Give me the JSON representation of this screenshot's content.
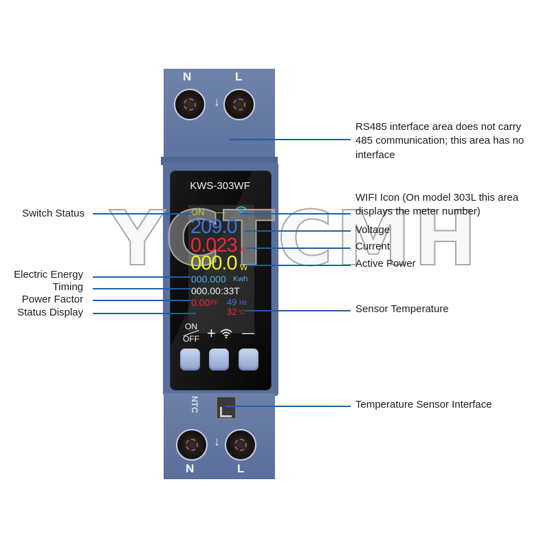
{
  "device": {
    "model": "KWS-303WF",
    "top_terminals": {
      "left": "N",
      "right": "L"
    },
    "bottom_terminals": {
      "left": "N",
      "right": "L"
    },
    "flow_arrow_icon": "arrow-down",
    "ntc_label": "NTC"
  },
  "screen": {
    "switch_status": "ON",
    "status_dash": "—",
    "wifi_icon": "wifi",
    "voltage": {
      "value": "209.0",
      "unit": "V",
      "color": "#3f73d6"
    },
    "current": {
      "value": "0.023",
      "unit": "A",
      "color": "#ef2a32"
    },
    "power": {
      "value": "000.0",
      "unit": "W",
      "color": "#f2ee2b"
    },
    "energy": {
      "value": "000.000",
      "unit": "Kwh"
    },
    "timing": "000.00:33T",
    "power_factor": {
      "value": "0.00",
      "unit": "PF"
    },
    "frequency": {
      "value": "49",
      "unit": "Hz"
    },
    "temperature": {
      "value": "32",
      "unit": "°C"
    }
  },
  "buttons": {
    "on_label": "ON",
    "off_label": "OFF",
    "plus_label": "+",
    "wifi_icon": "wifi",
    "minus_label": "—"
  },
  "callouts": {
    "left": [
      "Switch Status",
      "Electric Energy",
      "Timing",
      "Power Factor",
      "Status Display"
    ],
    "right": {
      "rs485": [
        "RS485 interface area does not carry",
        "485 communication; this area has no",
        "interface"
      ],
      "wifi": [
        "WIFI Icon (On model 303L this area",
        "displays the meter number)"
      ],
      "voltage": "Voltage",
      "current": "Current",
      "active_power": "Active Power",
      "sensor_temperature": "Sensor Temperature",
      "temp_sensor_interface": "Temperature Sensor Interface"
    }
  },
  "watermark": "YCTCMH",
  "colors": {
    "callout_line": "#1e5fa8",
    "device_body": "#5a6f9d"
  }
}
